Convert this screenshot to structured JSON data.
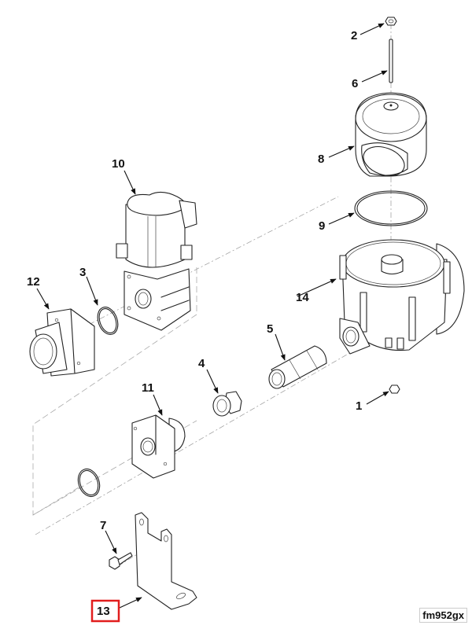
{
  "figure_id": "fm952gx",
  "highlight_color": "#e11d1d",
  "line_color": "#222222",
  "callouts": {
    "c1": "1",
    "c2": "2",
    "c3": "3",
    "c4": "4",
    "c5": "5",
    "c6": "6",
    "c7": "7",
    "c8": "8",
    "c9": "9",
    "c10": "10",
    "c11": "11",
    "c12": "12",
    "c13": "13",
    "c14": "14"
  },
  "highlighted_callout": "13"
}
